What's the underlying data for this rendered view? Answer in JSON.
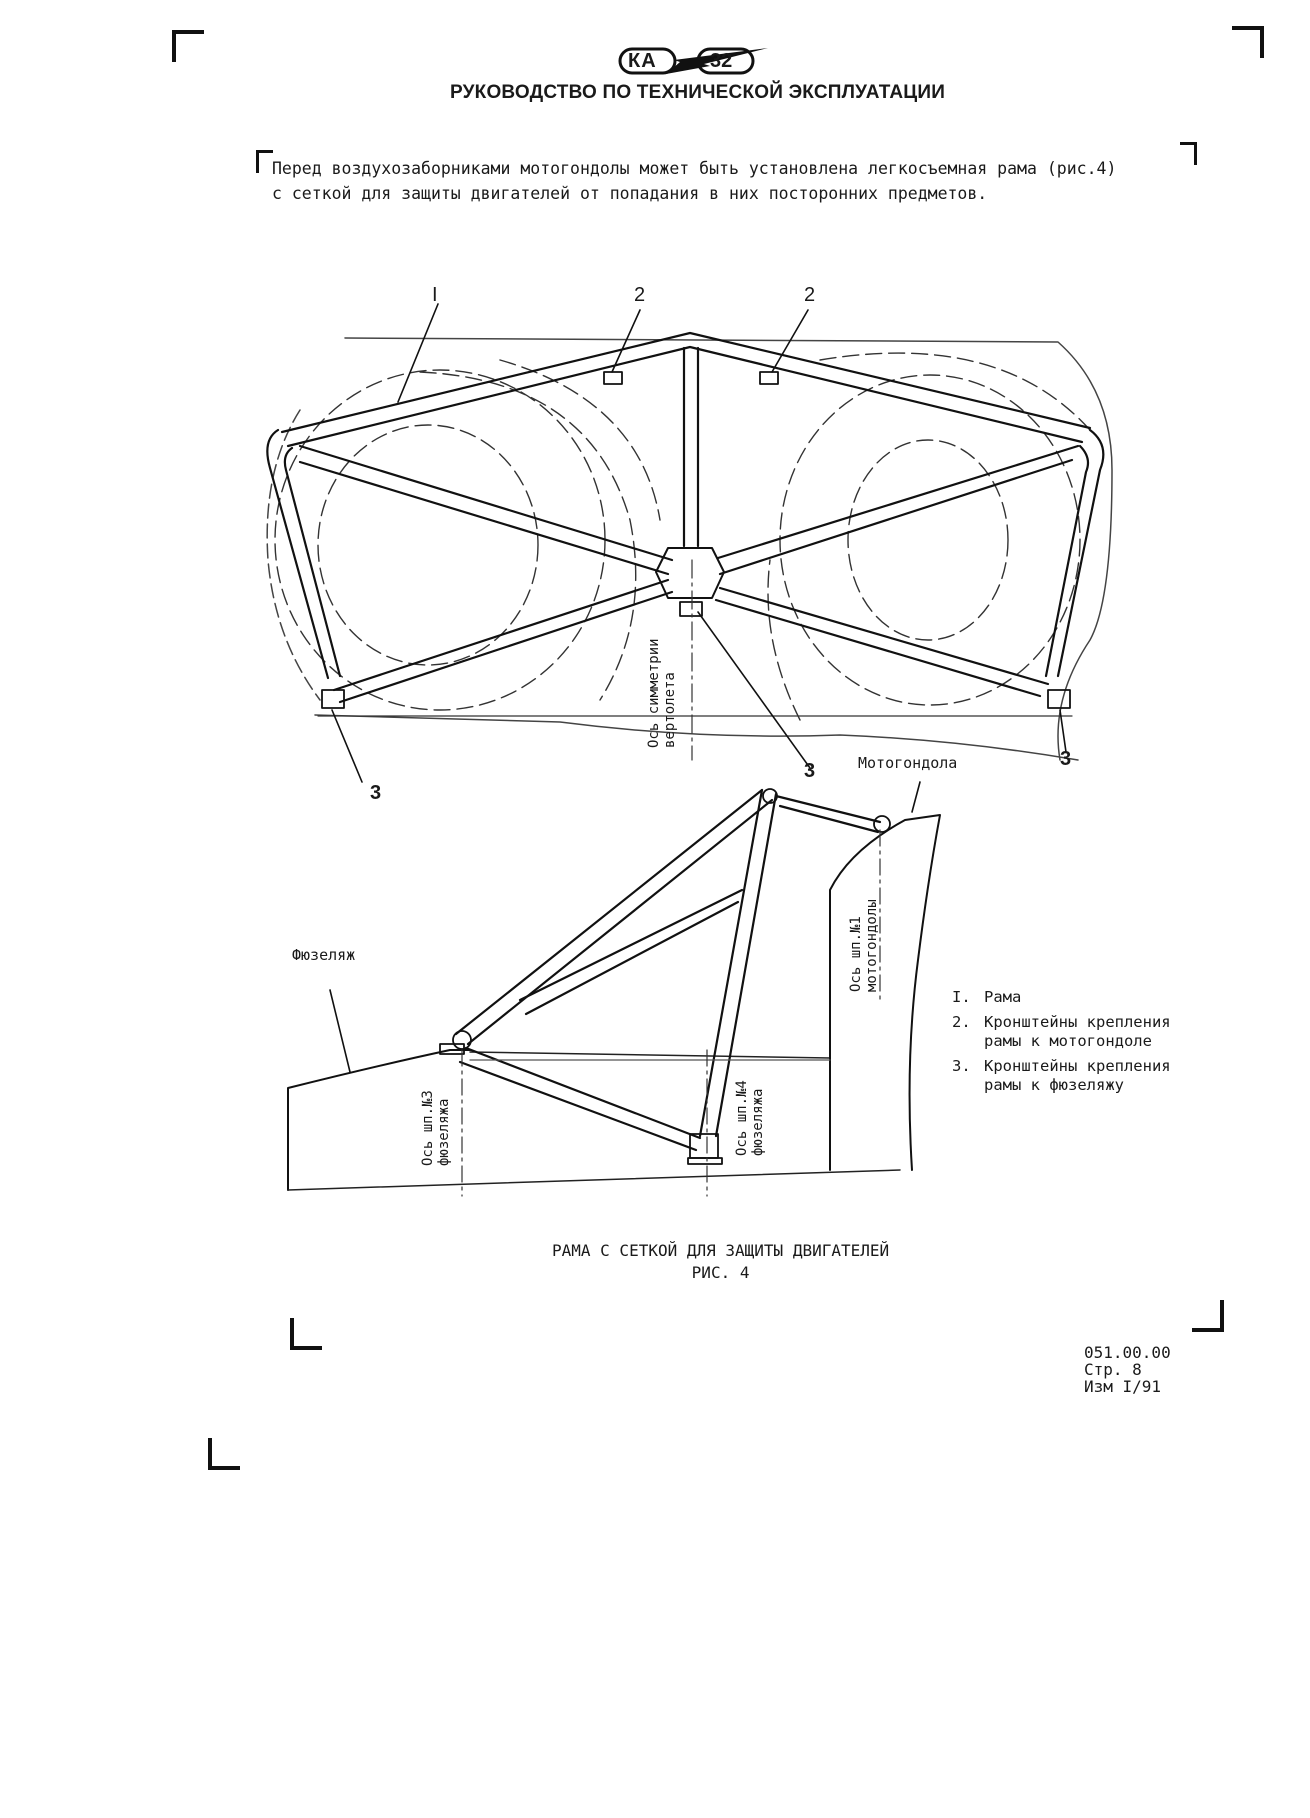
{
  "header": {
    "logo_ka": "КА",
    "logo_model": "32",
    "manual_title": "РУКОВОДСТВО ПО ТЕХНИЧЕСКОЙ ЭКСПЛУАТАЦИИ"
  },
  "intro": {
    "line1": "Перед воздухозаборниками мотогондолы может быть установлена легкосъемная рама (рис.4)",
    "line2": "с сеткой для защиты двигателей от попадания в них посторонних предметов."
  },
  "front_view": {
    "callout_1": "I",
    "callout_2_left": "2",
    "callout_2_right": "2",
    "callout_3_left": "3",
    "callout_3_center": "3",
    "callout_3_right": "3",
    "symmetry_axis_line1": "Ось симметрии",
    "symmetry_axis_line2": "вертолета"
  },
  "side_view": {
    "nacelle_label": "Мотогондола",
    "fuselage_label": "Фюзеляж",
    "frame1_line1": "Ось шп.№1",
    "frame1_line2": "мотогондолы",
    "frame3_line1": "Ось шп.№3",
    "frame3_line2": "фюзеляжа",
    "frame4_line1": "Ось шп.№4",
    "frame4_line2": "фюзеляжа"
  },
  "legend": [
    {
      "num": "I.",
      "line1": "Рама",
      "line2": ""
    },
    {
      "num": "2.",
      "line1": "Кронштейны крепления",
      "line2": "рамы к мотогондоле"
    },
    {
      "num": "3.",
      "line1": "Кронштейны крепления",
      "line2": "рамы к фюзеляжу"
    }
  ],
  "caption": {
    "title": "РАМА С СЕТКОЙ ДЛЯ ЗАЩИТЫ ДВИГАТЕЛЕЙ",
    "figure": "РИС. 4"
  },
  "page_info": {
    "doc_code": "051.00.00",
    "page": "Стр. 8",
    "revision": "Изм I/91"
  }
}
